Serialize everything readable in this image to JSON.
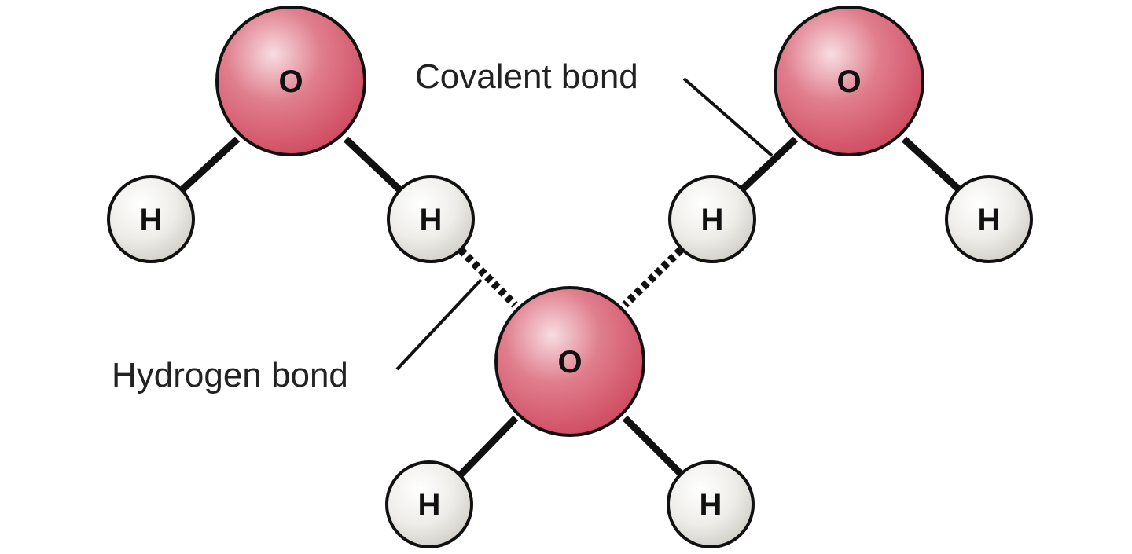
{
  "labels": {
    "covalent_bond": "Covalent bond",
    "hydrogen_bond": "Hydrogen bond"
  },
  "atoms": {
    "oxygen_symbol": "O",
    "hydrogen_symbol": "H"
  },
  "colors": {
    "oxygen_fill": "#d9556a",
    "oxygen_highlight": "#f6d3d8",
    "hydrogen_fill": "#d8d6d0",
    "hydrogen_highlight": "#ffffff",
    "bond": "#111111"
  }
}
